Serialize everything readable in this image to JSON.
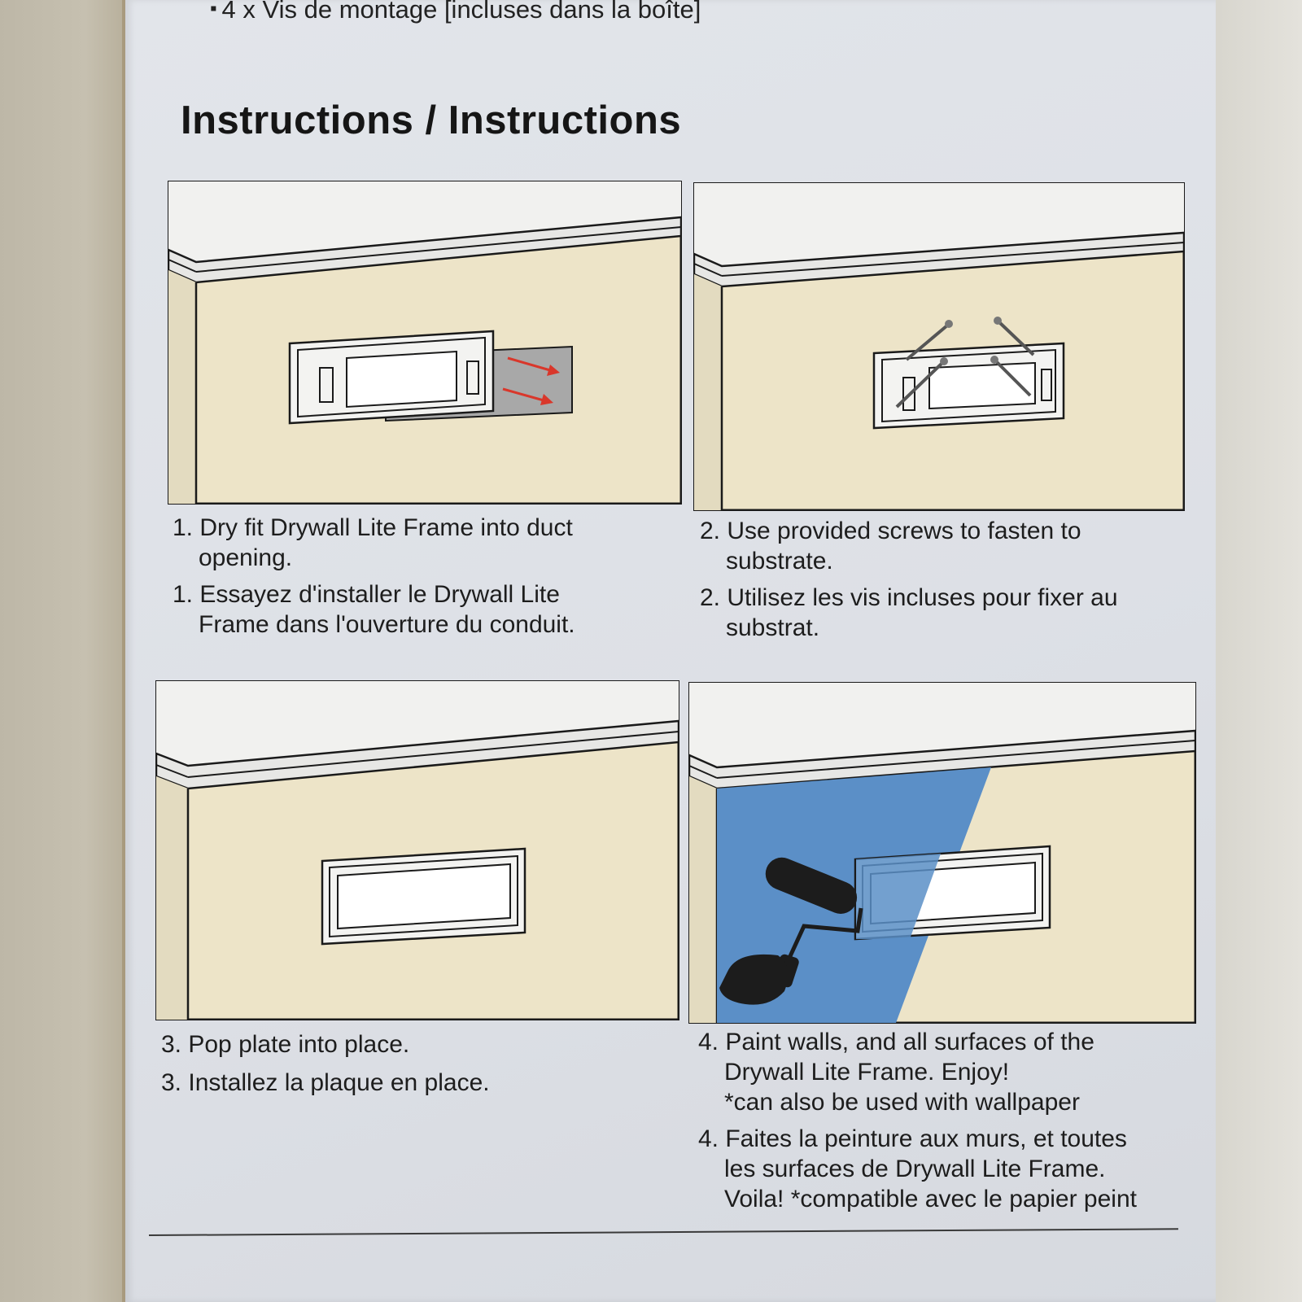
{
  "mounting": {
    "bullet": "▪",
    "text": "4 x Vis de montage [incluses dans la boîte]"
  },
  "heading": "Instructions / Instructions",
  "steps": [
    {
      "en": [
        "1. Dry fit Drywall Lite Frame into duct",
        "opening."
      ],
      "fr": [
        "1. Essayez d'installer le Drywall Lite",
        "Frame dans l'ouverture du conduit."
      ]
    },
    {
      "en": [
        "2. Use provided screws to fasten to",
        "substrate."
      ],
      "fr": [
        "2. Utilisez les vis incluses pour fixer au",
        "substrat."
      ]
    },
    {
      "en": [
        "3. Pop plate into place."
      ],
      "fr": [
        "3. Installez la plaque en place."
      ]
    },
    {
      "en": [
        "4. Paint walls, and all surfaces of the",
        "Drywall Lite Frame. Enjoy!",
        "*can also be used with wallpaper"
      ],
      "fr": [
        "4. Faites la peinture aux murs, et toutes",
        "les surfaces de Drywall Lite Frame.",
        "Voila! *compatible avec le papier peint"
      ]
    }
  ],
  "colors": {
    "wall": "#ede4c8",
    "ceiling": "#f1f1ef",
    "paint": "#5b8fc7",
    "arrow": "#d9372b",
    "plate_gray": "#a8a8a8"
  }
}
